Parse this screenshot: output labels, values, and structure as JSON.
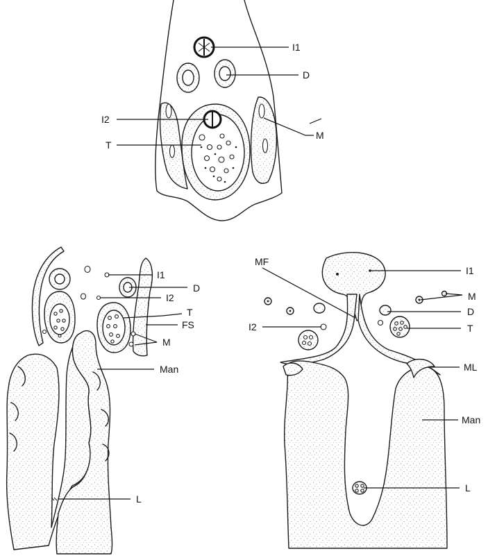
{
  "figure": {
    "panels": [
      {
        "id": "top",
        "labels": [
          {
            "key": "I1",
            "text": "I1"
          },
          {
            "key": "D",
            "text": "D"
          },
          {
            "key": "I2",
            "text": "I2"
          },
          {
            "key": "M",
            "text": "M"
          },
          {
            "key": "T",
            "text": "T"
          }
        ]
      },
      {
        "id": "bottom-left",
        "labels": [
          {
            "key": "I1",
            "text": "I1"
          },
          {
            "key": "D",
            "text": "D"
          },
          {
            "key": "I2",
            "text": "I2"
          },
          {
            "key": "T",
            "text": "T"
          },
          {
            "key": "FS",
            "text": "FS"
          },
          {
            "key": "M",
            "text": "M"
          },
          {
            "key": "Man",
            "text": "Man"
          },
          {
            "key": "L",
            "text": "L"
          }
        ]
      },
      {
        "id": "bottom-right",
        "labels": [
          {
            "key": "MF",
            "text": "MF"
          },
          {
            "key": "I1",
            "text": "I1"
          },
          {
            "key": "M",
            "text": "M"
          },
          {
            "key": "D",
            "text": "D"
          },
          {
            "key": "I2",
            "text": "I2"
          },
          {
            "key": "T",
            "text": "T"
          },
          {
            "key": "ML",
            "text": "ML"
          },
          {
            "key": "Man",
            "text": "Man"
          },
          {
            "key": "L",
            "text": "L"
          }
        ]
      }
    ]
  }
}
